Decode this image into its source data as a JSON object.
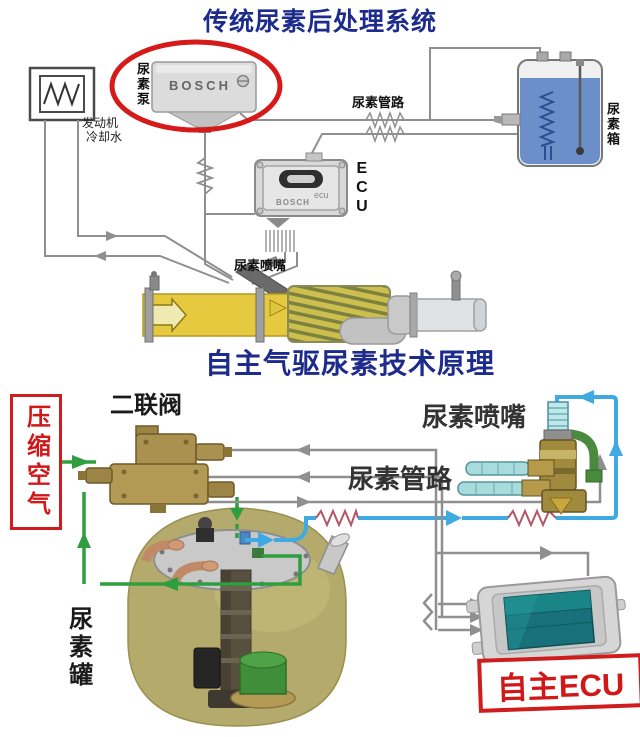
{
  "titles": {
    "top": "传统尿素后处理系统",
    "bottom": "自主气驱尿素技术原理"
  },
  "top_diagram": {
    "engine_coolant_line1": "发动机",
    "engine_coolant_line2": "冷却水",
    "urea_pump_label": "尿素泵",
    "pump_brand": "BOSCH",
    "ecu_brand": "BOSCH",
    "ecu_board_text": "ecu",
    "ecu_label": "ECU",
    "urea_line_label": "尿素管路",
    "urea_tank_label": "尿素箱",
    "urea_nozzle_label": "尿素喷嘴"
  },
  "bottom_diagram": {
    "compressed_air_label": "压缩空气",
    "double_valve_label": "二联阀",
    "urea_nozzle_label": "尿素喷嘴",
    "urea_line_label": "尿素管路",
    "urea_tank_label": "尿素罐",
    "ecu_label": "自主ECU"
  },
  "colors": {
    "title_blue": "#1c2b8c",
    "accent_red": "#d01f1f",
    "air_green": "#2f9e3f",
    "urea_blue": "#3fa9e2",
    "line_gray": "#8f8f8f",
    "exhaust_yellow": "#e6c93e",
    "tank_olive": "#b4aa6b",
    "brass": "#a8904e",
    "heater_zigzag": "#b4556a"
  }
}
